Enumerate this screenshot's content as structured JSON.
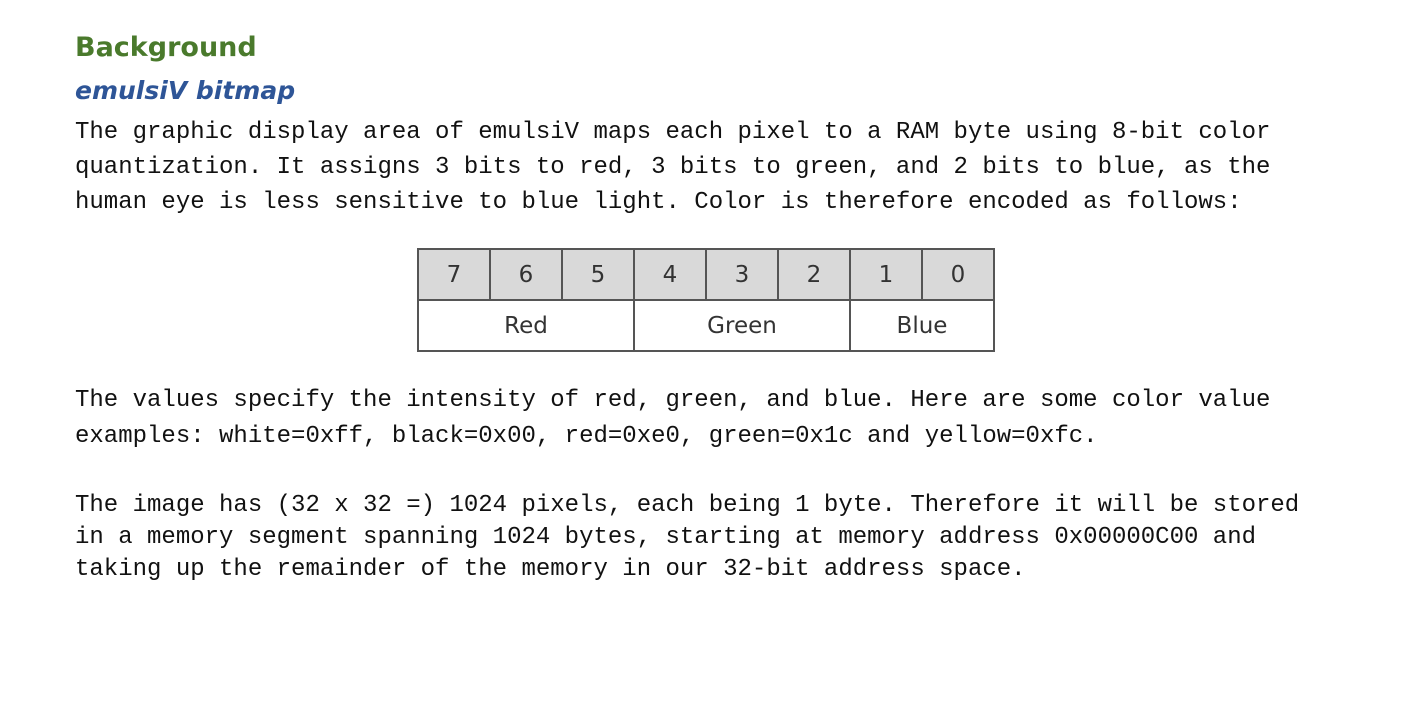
{
  "heading": "Background",
  "subheading": "emulsiV bitmap",
  "para1": "The graphic display area of emulsiV maps each pixel to a RAM byte using 8-bit color\nquantization. It assigns 3 bits to red, 3 bits to green, and 2 bits to blue, as the\nhuman eye is less sensitive to blue light. Color is therefore encoded as follows:",
  "table": {
    "bits": [
      "7",
      "6",
      "5",
      "4",
      "3",
      "2",
      "1",
      "0"
    ],
    "fields": [
      "Red",
      "Green",
      "Blue"
    ]
  },
  "para2": "The values specify the intensity of red, green, and blue. Here are some color value\nexamples: white=0xff, black=0x00, red=0xe0, green=0x1c and yellow=0xfc.",
  "para3": "The image has (32 x 32 =) 1024 pixels, each being 1 byte. Therefore it will be stored\nin a memory segment spanning 1024 bytes, starting at memory address 0x00000C00 and\ntaking up the remainder of the memory in our 32-bit address space."
}
